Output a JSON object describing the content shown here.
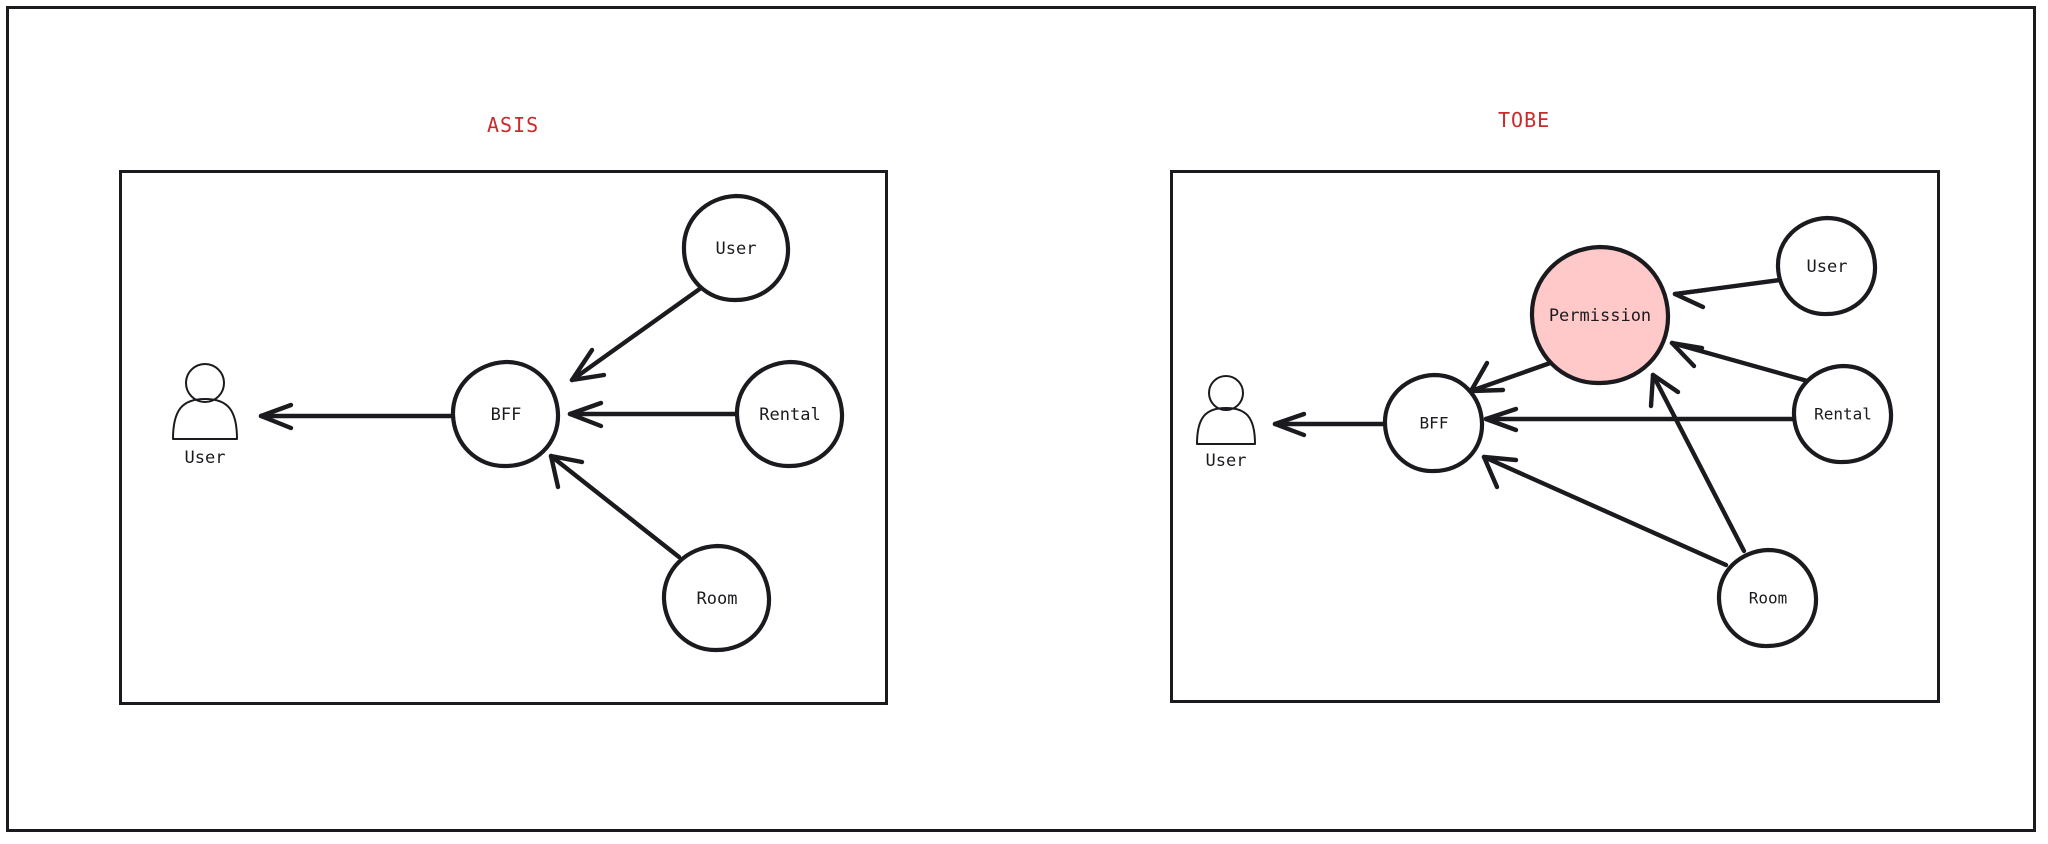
{
  "figure": {
    "style": "hand-drawn-sketch",
    "background": "#ffffff",
    "frame_color": "#1b1b1f",
    "title_color": "#c92a2a",
    "highlight_fill": "#ffc9c9"
  },
  "panels": [
    {
      "id": "asis",
      "title": "ASIS",
      "actor": {
        "label": "User",
        "icon": "person-actor-icon"
      },
      "nodes": [
        {
          "id": "asis-user",
          "label": "User",
          "shape": "circle",
          "fill": "#ffffff"
        },
        {
          "id": "asis-bff",
          "label": "BFF",
          "shape": "circle",
          "fill": "#ffffff"
        },
        {
          "id": "asis-rental",
          "label": "Rental",
          "shape": "circle",
          "fill": "#ffffff"
        },
        {
          "id": "asis-room",
          "label": "Room",
          "shape": "circle",
          "fill": "#ffffff"
        }
      ],
      "edges": [
        {
          "from": "asis-bff",
          "to": "asis-actor"
        },
        {
          "from": "asis-user",
          "to": "asis-bff"
        },
        {
          "from": "asis-rental",
          "to": "asis-bff"
        },
        {
          "from": "asis-room",
          "to": "asis-bff"
        }
      ]
    },
    {
      "id": "tobe",
      "title": "TOBE",
      "actor": {
        "label": "User",
        "icon": "person-actor-icon"
      },
      "nodes": [
        {
          "id": "tobe-permission",
          "label": "Permission",
          "shape": "circle",
          "fill": "#ffc9c9"
        },
        {
          "id": "tobe-user",
          "label": "User",
          "shape": "circle",
          "fill": "#ffffff"
        },
        {
          "id": "tobe-bff",
          "label": "BFF",
          "shape": "circle",
          "fill": "#ffffff"
        },
        {
          "id": "tobe-rental",
          "label": "Rental",
          "shape": "circle",
          "fill": "#ffffff"
        },
        {
          "id": "tobe-room",
          "label": "Room",
          "shape": "circle",
          "fill": "#ffffff"
        }
      ],
      "edges": [
        {
          "from": "tobe-bff",
          "to": "tobe-actor"
        },
        {
          "from": "tobe-permission",
          "to": "tobe-bff"
        },
        {
          "from": "tobe-rental",
          "to": "tobe-bff"
        },
        {
          "from": "tobe-room",
          "to": "tobe-bff"
        },
        {
          "from": "tobe-user",
          "to": "tobe-permission"
        },
        {
          "from": "tobe-rental",
          "to": "tobe-permission"
        },
        {
          "from": "tobe-room",
          "to": "tobe-permission"
        }
      ]
    }
  ]
}
